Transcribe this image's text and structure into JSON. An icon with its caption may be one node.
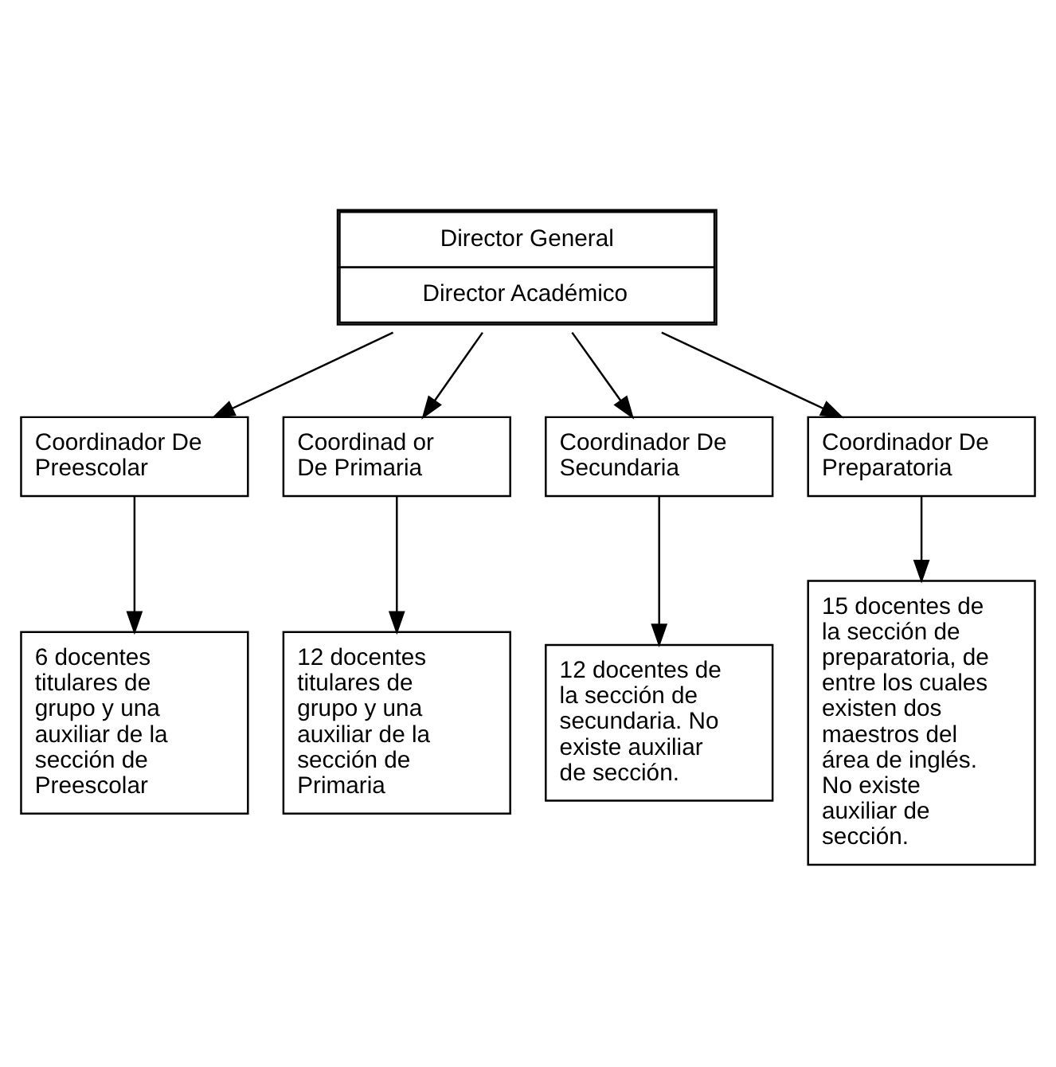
{
  "diagram": {
    "nodes": [
      {
        "text": [
          "Director General",
          "Director Académico"
        ]
      },
      {
        "text": [
          "Coordinador De Preescolar"
        ]
      },
      {
        "text": [
          "Coordinad or De Primaria"
        ]
      },
      {
        "text": [
          "Coordinador De Secundaria"
        ]
      },
      {
        "text": [
          "Coordinador De Preparatoria"
        ]
      },
      {
        "text": [
          "6 docentes titulares de grupo y una auxiliar de la sección de Preescolar"
        ]
      },
      {
        "text": [
          "12 docentes titulares de grupo y una auxiliar de la sección de Primaria"
        ]
      },
      {
        "text": [
          "12 docentes de la sección de secundaria. No existe auxiliar de sección."
        ]
      },
      {
        "text": [
          "15 docentes de la sección de preparatoria, de entre los cuales existen dos maestros del área de inglés. No existe auxiliar de sección."
        ]
      }
    ],
    "edges": [
      {
        "from": 0,
        "to": 1,
        "arrow": "to"
      },
      {
        "from": 0,
        "to": 2,
        "arrow": "to"
      },
      {
        "from": 0,
        "to": 3,
        "arrow": "to"
      },
      {
        "from": 0,
        "to": 4,
        "arrow": "to"
      },
      {
        "from": 1,
        "to": 5,
        "arrow": "to"
      },
      {
        "from": 2,
        "to": 6,
        "arrow": "to"
      },
      {
        "from": 3,
        "to": 7,
        "arrow": "to"
      },
      {
        "from": 4,
        "to": 8,
        "arrow": "to"
      }
    ]
  }
}
